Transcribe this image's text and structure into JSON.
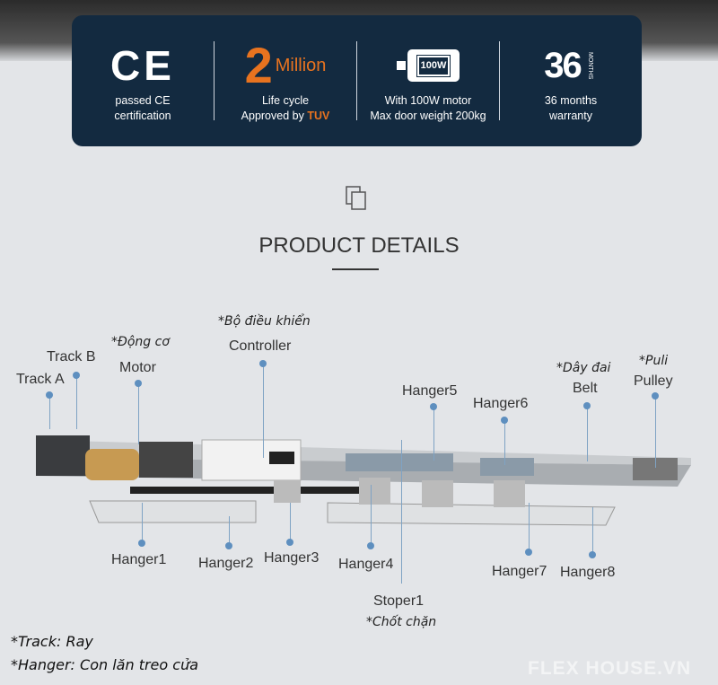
{
  "features": [
    {
      "icon": "CE",
      "line1": "passed CE",
      "line2": "certification"
    },
    {
      "icon_number": "2",
      "icon_word": "Million",
      "line1": "Life cycle",
      "line2": "Approved by ",
      "line2_brand": "TUV"
    },
    {
      "icon": "100W",
      "line1": "With 100W motor",
      "line2": "Max door weight 200kg"
    },
    {
      "icon_number": "36",
      "icon_unit": "MONTHS",
      "line1": "36 months",
      "line2": "warranty"
    }
  ],
  "section_title": "PRODUCT DETAILS",
  "labels": {
    "controller_vn": "*Bộ điều khiển",
    "controller": "Controller",
    "motor_vn": "*Động cơ",
    "motor": "Motor",
    "track_b": "Track B",
    "track_a": "Track A",
    "hanger5": "Hanger5",
    "hanger6": "Hanger6",
    "belt_vn": "*Dây đai",
    "belt": "Belt",
    "pulley_vn": "*Puli",
    "pulley": "Pulley",
    "hanger1": "Hanger1",
    "hanger2": "Hanger2",
    "hanger3": "Hanger3",
    "hanger4": "Hanger4",
    "stoper1": "Stoper1",
    "stoper1_vn": "*Chốt chặn",
    "hanger7": "Hanger7",
    "hanger8": "Hanger8"
  },
  "notes": [
    "*Track: Ray",
    "*Hanger: Con lăn treo cửa"
  ],
  "watermark": "FLEX HOUSE.VN",
  "colors": {
    "panel": "#132a40",
    "accent": "#e8731f",
    "pointer": "#5e8fbf"
  }
}
